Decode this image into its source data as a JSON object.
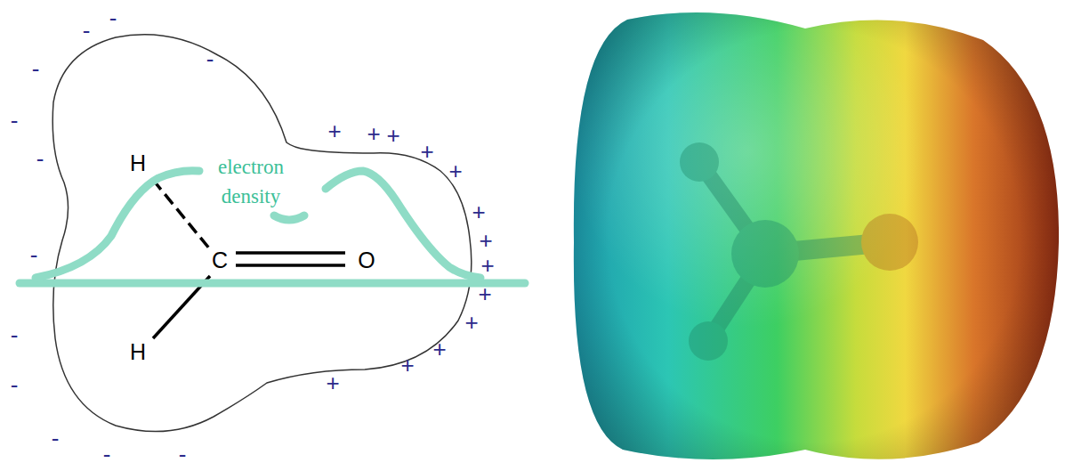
{
  "diagram": {
    "labels": [
      "H",
      "C",
      "O",
      "H",
      "electron density",
      "-",
      "-",
      "-",
      "-",
      "-",
      "-",
      "-",
      "-",
      "-",
      "-",
      "-",
      "-",
      "+",
      "+",
      "+",
      "+",
      "+",
      "+",
      "+",
      "+",
      "+",
      "+",
      "+",
      "+",
      "+"
    ]
  }
}
